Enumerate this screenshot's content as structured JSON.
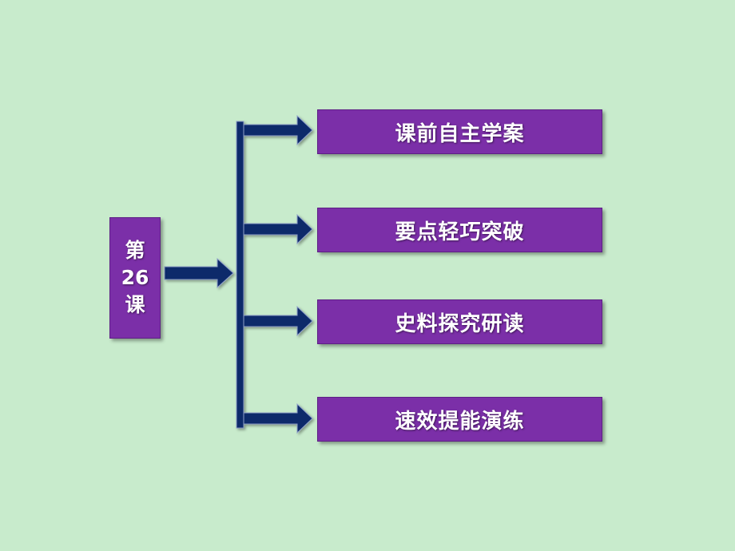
{
  "lesson": {
    "lines": [
      "第",
      "26",
      "课"
    ]
  },
  "sections": [
    {
      "label": "课前自主学案"
    },
    {
      "label": "要点轻巧突破"
    },
    {
      "label": "史料探究研读"
    },
    {
      "label": "速效提能演练"
    }
  ],
  "colors": {
    "background": "#c8ebcc",
    "box_fill": "#7b2fa8",
    "connector": "#0d2a6b",
    "text": "#ffffff"
  }
}
